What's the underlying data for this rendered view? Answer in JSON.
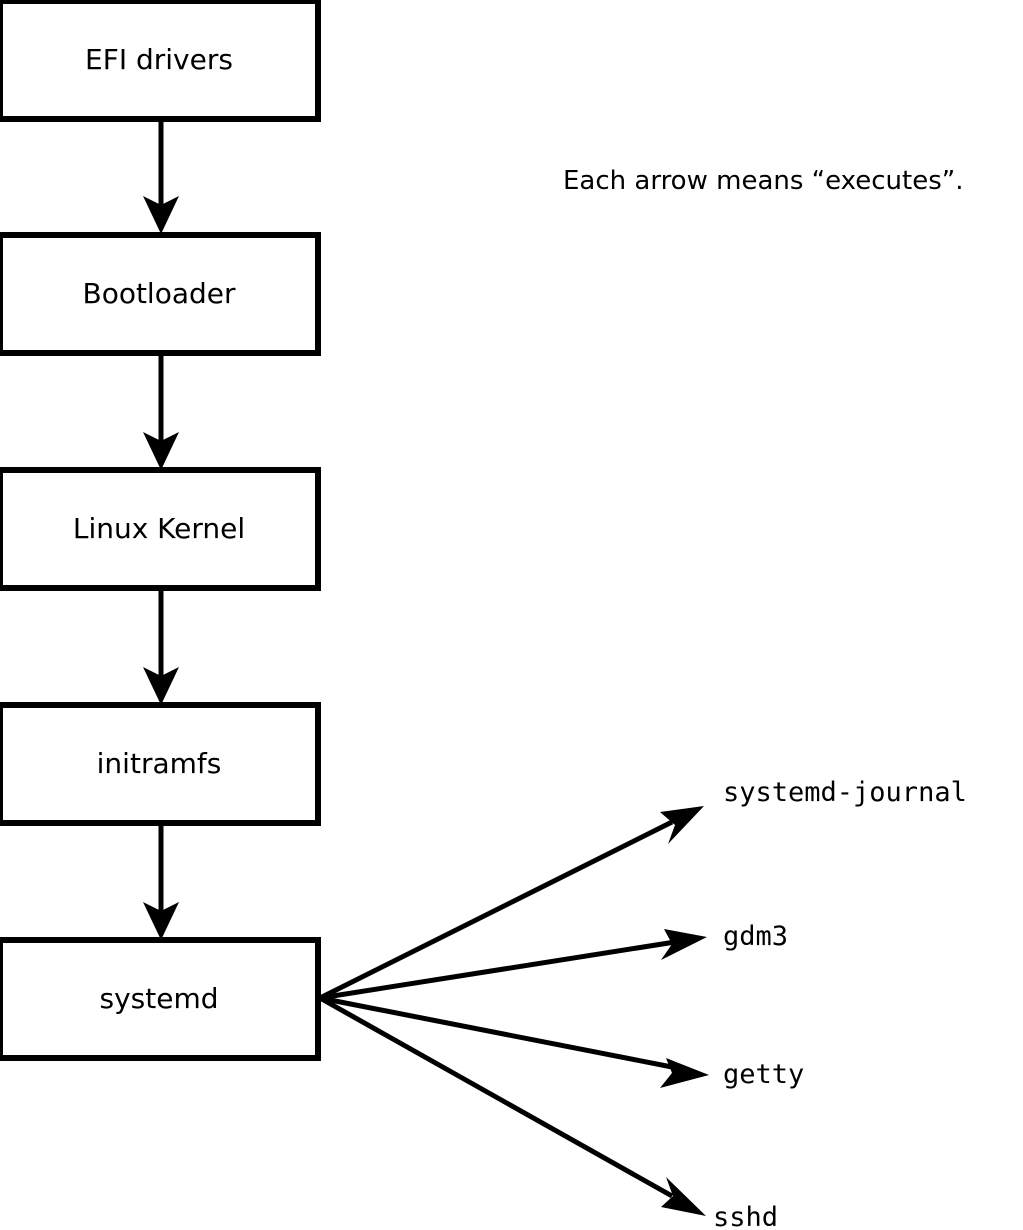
{
  "diagram": {
    "title_note": "Each arrow means “executes”.",
    "background_color": "#ffffff",
    "stroke_color": "#000000",
    "chain": [
      {
        "id": "efi-drivers",
        "label": "EFI drivers"
      },
      {
        "id": "bootloader",
        "label": "Bootloader"
      },
      {
        "id": "linux-kernel",
        "label": "Linux Kernel"
      },
      {
        "id": "initramfs",
        "label": "initramfs"
      },
      {
        "id": "systemd",
        "label": "systemd"
      }
    ],
    "services": [
      {
        "id": "systemd-journal",
        "label": "systemd-journal"
      },
      {
        "id": "gdm3",
        "label": "gdm3"
      },
      {
        "id": "getty",
        "label": "getty"
      },
      {
        "id": "sshd",
        "label": "sshd"
      }
    ],
    "edge_meaning": "executes"
  }
}
